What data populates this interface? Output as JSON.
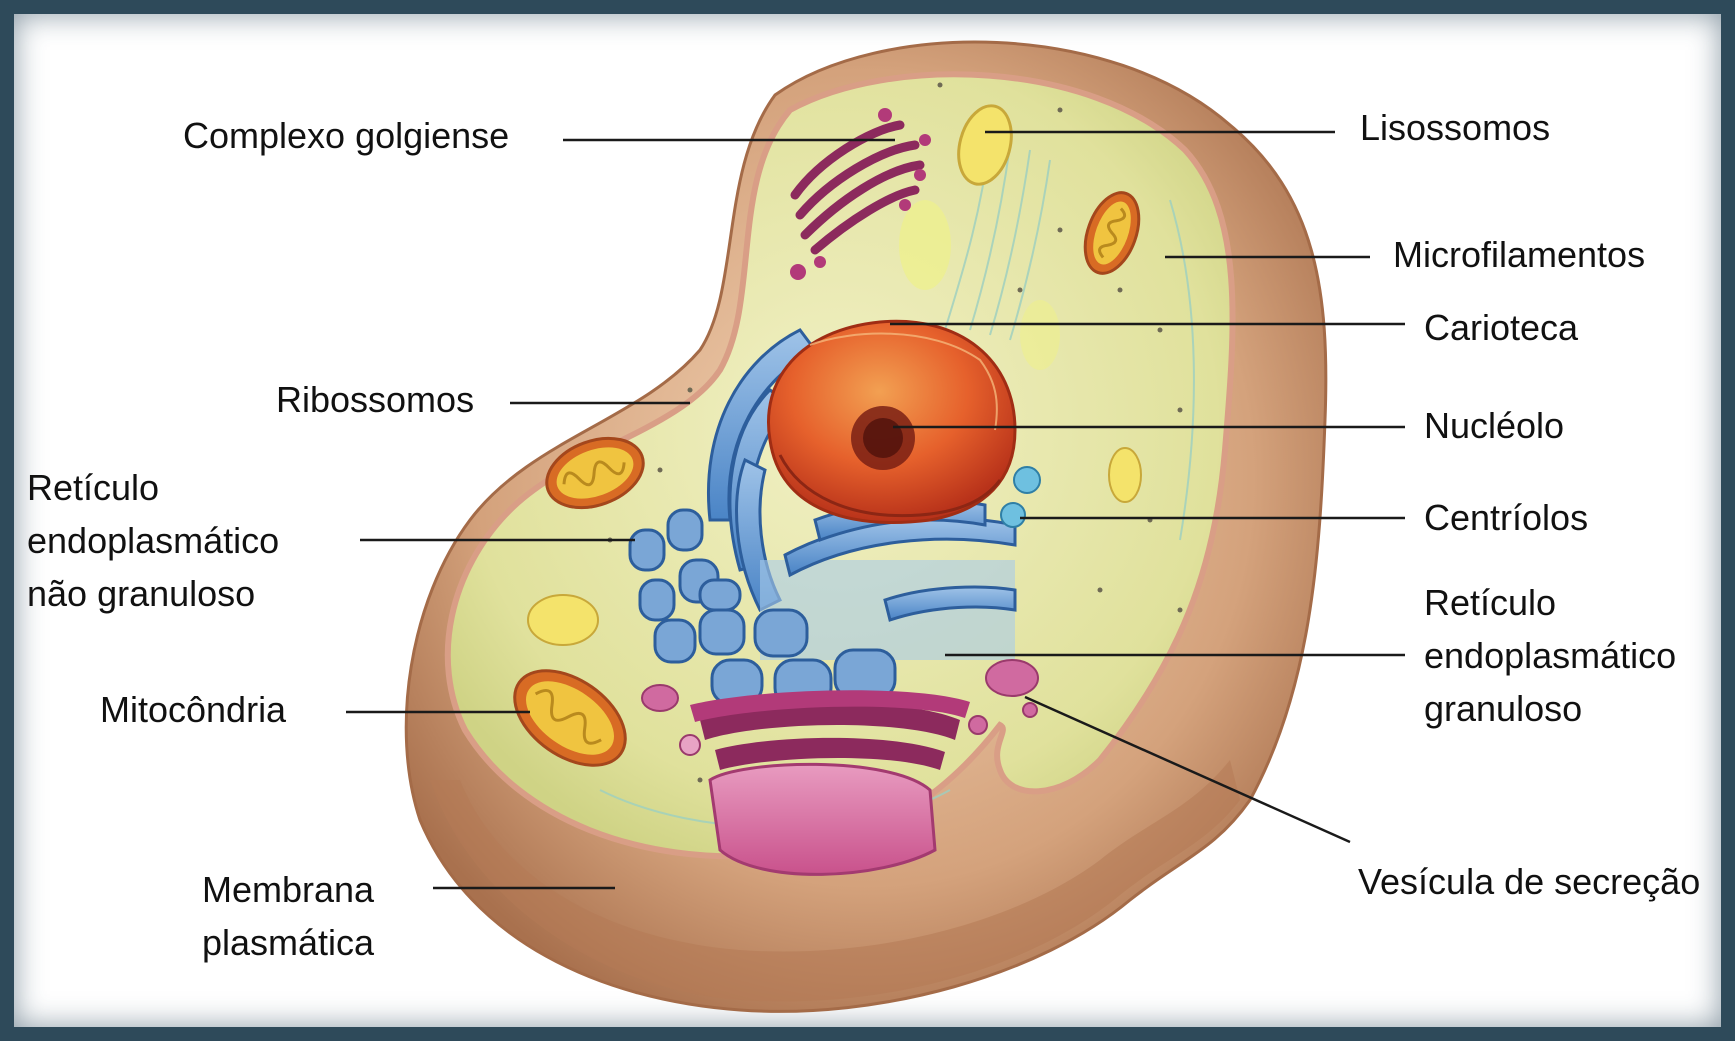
{
  "labels": {
    "complexo_golgiense": "Complexo golgiense",
    "lisossomos": "Lisossomos",
    "microfilamentos": "Microfilamentos",
    "carioteca": "Carioteca",
    "ribossomos": "Ribossomos",
    "nucleolo": "Nucléolo",
    "reticulo_nao_granuloso": [
      "Retículo",
      "endoplasmático",
      "não granuloso"
    ],
    "centriolos": "Centríolos",
    "reticulo_granuloso": [
      "Retículo",
      "endoplasmático",
      "granuloso"
    ],
    "mitocondria": "Mitocôndria",
    "membrana_plasmatica": [
      "Membrana",
      "plasmática"
    ],
    "vesicula_secrecao": "Vesícula de secreção"
  },
  "colors": {
    "border": "#2e4a5a",
    "cell_outer": "#c8906a",
    "cytoplasm": "#e6e5a6",
    "nucleus": "#e2542a",
    "er": "#3e7cc4",
    "golgi": "#b23a79",
    "mitochondria": "#e0b43a"
  }
}
